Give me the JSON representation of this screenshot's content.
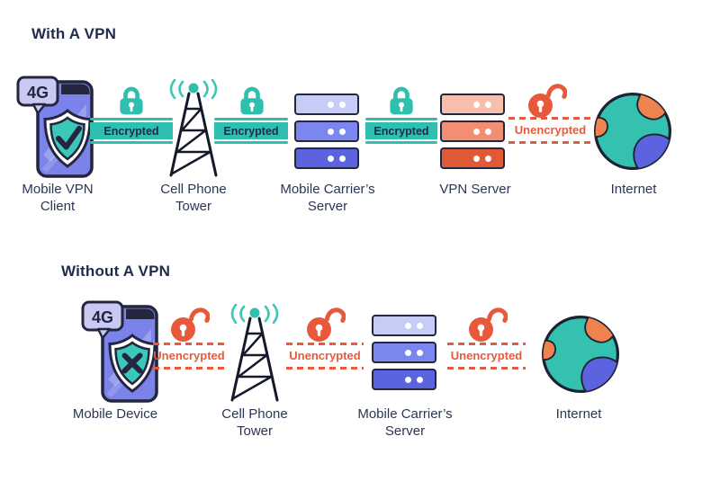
{
  "badge_4g": "4G",
  "colors": {
    "teal": "#2fbfae",
    "teal_shield": "#3cc8b8",
    "orange": "#e8593c",
    "outline_dark": "#23263e",
    "text_dark": "#1f2b49",
    "phone_screen": "#7b82e9",
    "speech_bubble": "#c9c9f4",
    "server_blue_light": "#c5cdf7",
    "server_blue_mid": "#7b87ee",
    "server_blue_dark": "#5b63df",
    "server_orange_light": "#f7bfac",
    "server_orange_mid": "#f28e72",
    "server_orange_dark": "#e05a38",
    "globe_ocean": "#35c1af",
    "globe_land_orange": "#ef8350",
    "globe_land_blue": "#5b63df"
  },
  "sections": [
    {
      "title": "With A VPN",
      "nodes": [
        {
          "label": "Mobile VPN\nClient",
          "icon": "phone-shield-check-icon"
        },
        {
          "label": "Cell Phone\nTower",
          "icon": "cell-tower-icon"
        },
        {
          "label": "Mobile Carrier’s\nServer",
          "icon": "server-stack-blue-icon"
        },
        {
          "label": "VPN Server",
          "icon": "server-stack-orange-icon"
        },
        {
          "label": "Internet",
          "icon": "globe-icon"
        }
      ],
      "links": [
        {
          "label": "Encrypted",
          "secure": true
        },
        {
          "label": "Encrypted",
          "secure": true
        },
        {
          "label": "Encrypted",
          "secure": true
        },
        {
          "label": "Unencrypted",
          "secure": false
        }
      ]
    },
    {
      "title": "Without A VPN",
      "nodes": [
        {
          "label": "Mobile Device",
          "icon": "phone-shield-x-icon"
        },
        {
          "label": "Cell Phone\nTower",
          "icon": "cell-tower-icon"
        },
        {
          "label": "Mobile Carrier’s\nServer",
          "icon": "server-stack-blue-icon"
        },
        {
          "label": "Internet",
          "icon": "globe-icon"
        }
      ],
      "links": [
        {
          "label": "Unencrypted",
          "secure": false
        },
        {
          "label": "Unencrypted",
          "secure": false
        },
        {
          "label": "Unencrypted",
          "secure": false
        }
      ]
    }
  ]
}
